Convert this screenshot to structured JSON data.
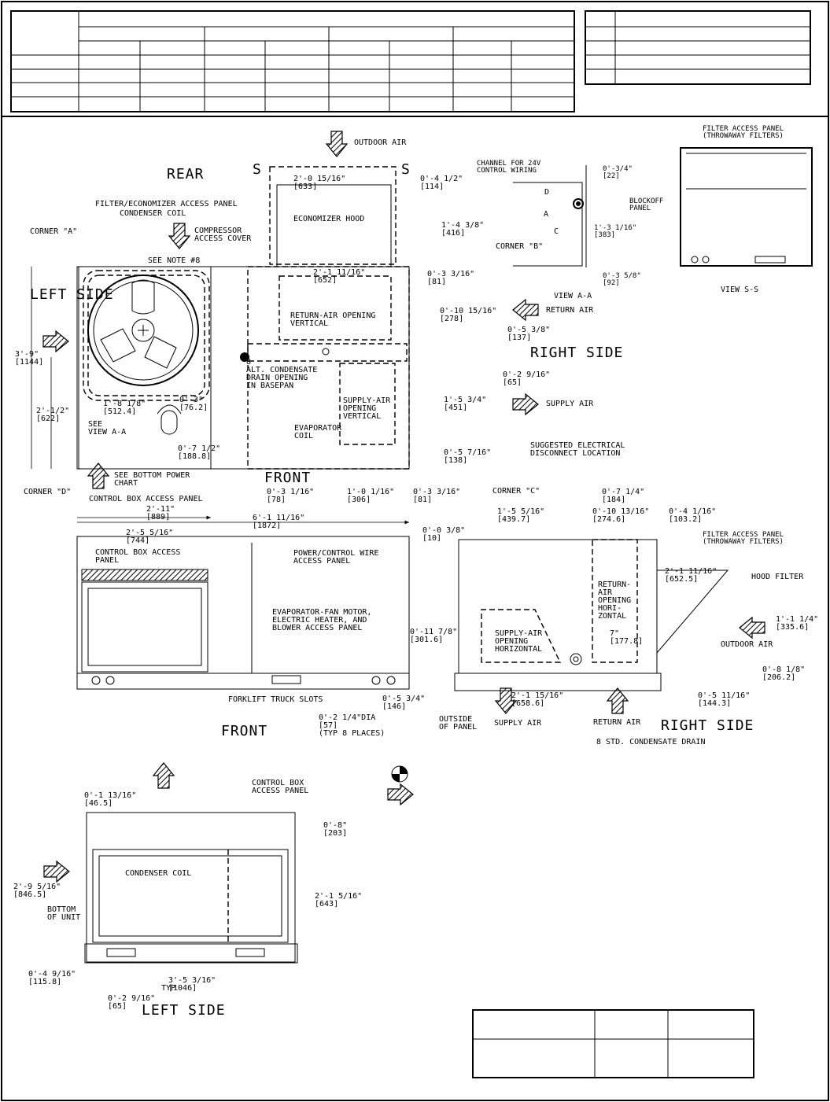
{
  "views": {
    "top": "REAR",
    "left_side": "LEFT SIDE",
    "right_side": "RIGHT SIDE",
    "front_label": "FRONT",
    "view_aa": "VIEW A-A",
    "view_ss": "VIEW S-S",
    "front_elev": "FRONT",
    "right_elev": "RIGHT SIDE",
    "left_elev": "LEFT SIDE"
  },
  "section_marks": {
    "s1": "S",
    "s2": "S"
  },
  "labels": {
    "outdoor_air_top": "OUTDOOR AIR",
    "filter_econ_panel": "FILTER/ECONOMIZER ACCESS PANEL",
    "condenser_coil_top": "CONDENSER COIL",
    "corner_a": "CORNER \"A\"",
    "compressor_cover": "COMPRESSOR\nACCESS COVER",
    "see_note": "SEE NOTE #8",
    "economizer_hood": "ECONOMIZER HOOD",
    "return_air_opening": "RETURN-AIR OPENING\nVERTICAL",
    "supply_air_opening": "SUPPLY-AIR\nOPENING\nVERTICAL",
    "alt_condensate": "8\nALT. CONDENSATE\nDRAIN OPENING\nIN BASEPAN",
    "evaporator_coil": "EVAPORATOR\nCOIL",
    "see_view_aa": "SEE\nVIEW A-A",
    "see_bottom_power": "SEE BOTTOM POWER\nCHART",
    "control_box_panel_top": "CONTROL BOX ACCESS PANEL",
    "corner_b": "CORNER \"B\"",
    "corner_c": "CORNER \"C\"",
    "corner_d": "CORNER \"D\"",
    "return_air_arrow": "RETURN AIR",
    "supply_air_arrow": "SUPPLY AIR",
    "channel_24v": "CHANNEL FOR 24V\nCONTROL WIRING",
    "blockoff_panel": "BLOCKOFF\nPANEL",
    "filter_access_panel_ss": "FILTER ACCESS PANEL\n(THROWAWAY FILTERS)",
    "suggested_disconnect": "SUGGESTED ELECTRICAL\nDISCONNECT LOCATION",
    "control_box_panel_front": "CONTROL BOX ACCESS\nPANEL",
    "power_control_panel": "POWER/CONTROL WIRE\nACCESS PANEL",
    "evap_fan_panel": "EVAPORATOR-FAN MOTOR,\nELECTRIC HEATER, AND\nBLOWER ACCESS PANEL",
    "forklift_slots": "FORKLIFT TRUCK SLOTS",
    "dia_holes": "0'-2 1/4\"DIA\n[57]\n(TYP 8 PLACES)",
    "filter_access_panel_rs": "FILTER ACCESS PANEL\n(THROWAWAY FILTERS)",
    "hood_filter": "HOOD FILTER",
    "outdoor_air_rs": "OUTDOOR AIR",
    "return_air_opening_h": "RETURN-\nAIR\nOPENING\nHORI-\nZONTAL",
    "supply_air_opening_h": "SUPPLY-AIR\nOPENING\nHORIZONTAL",
    "outside_of_panel": "OUTSIDE\nOF PANEL",
    "supply_air_rs": "SUPPLY AIR",
    "return_air_rs": "RETURN AIR",
    "std_condensate": "8 STD. CONDENSATE DRAIN",
    "control_box_panel_ls": "CONTROL BOX\nACCESS PANEL",
    "condenser_coil_ls": "CONDENSER COIL",
    "bottom_of_unit": "BOTTOM\nOF UNIT",
    "typ": "TYP",
    "view_aa_letters": {
      "d": "D",
      "a": "A",
      "c": "C"
    }
  },
  "dimensions": {
    "d_2_0_15_16": "2'-0 15/16\"\n[633]",
    "d_0_4_1_2": "0'-4 1/2\"\n[114]",
    "d_1_4_3_8": "1'-4 3/8\"\n[416]",
    "d_2_1_11_16_top": "2'-1 11/16\"\n[652]",
    "d_0_3_3_16_a": "0'-3 3/16\"\n[81]",
    "d_0_10_15_16": "0'-10 15/16\"\n[278]",
    "d_0_5_3_8": "0'-5 3/8\"\n[137]",
    "d_0_2_9_16_rs": "0'-2 9/16\"\n[65]",
    "d_1_5_3_4": "1'-5 3/4\"\n[451]",
    "d_0_5_7_16": "0'-5 7/16\"\n[138]",
    "d_3_9": "3'-9\"\n[1144]",
    "d_2_1_2": "2'-1/2\"\n[622]",
    "d_1_8_1_8": "1'-8 1/8\"\n[512.4]",
    "d_0_3": "0'-3\"\n[76.2]",
    "d_0_7_1_2": "0'-7 1/2\"\n[188.8]",
    "d_0_3_1_16": "0'-3 1/16\"\n[78]",
    "d_1_0_1_16": "1'-0 1/16\"\n[306]",
    "d_0_3_3_16_b": "0'-3 3/16\"\n[81]",
    "d_2_11": "2'-11\"\n[889]",
    "d_6_1_11_16": "6'-1 11/16\"\n[1872]",
    "d_0_3_4": "0'-3/4\"\n[22]",
    "d_1_3_1_16": "1'-3 1/16\"\n[383]",
    "d_0_3_5_8": "0'-3 5/8\"\n[92]",
    "d_2_5_5_16": "2'-5 5/16\"\n[744]",
    "d_0_0_3_8": "0'-0 3/8\"\n[10]",
    "d_0_5_3_4": "0'-5 3/4\"\n[146]",
    "d_1_5_5_16": "1'-5 5/16\"\n[439.7]",
    "d_0_7_1_4": "0'-7 1/4\"\n[184]",
    "d_0_10_13_16": "0'-10 13/16\"\n[274.6]",
    "d_0_4_1_16": "0'-4 1/16\"\n[103.2]",
    "d_2_1_11_16_rs": "2'-1 11/16\"\n[652.5]",
    "d_1_1_1_4": "1'-1 1/4\"\n[335.6]",
    "d_0_11_7_8": "0'-11 7/8\"\n[301.6]",
    "d_7": "7\"\n[177.8]",
    "d_0_8_1_8": "0'-8 1/8\"\n[206.2]",
    "d_2_1_15_16": "2'-1 15/16\"\n[658.6]",
    "d_0_5_11_16": "0'-5 11/16\"\n[144.3]",
    "d_0_1_13_16": "0'-1 13/16\"\n[46.5]",
    "d_0_8": "0'-8\"\n[203]",
    "d_2_9_5_16": "2'-9 5/16\"\n[846.5]",
    "d_2_1_5_16": "2'-1 5/16\"\n[643]",
    "d_0_4_9_16": "0'-4 9/16\"\n[115.8]",
    "d_3_5_3_16": "3'-5 3/16\"\n[1046]",
    "d_0_2_9_16_ls": "0'-2 9/16\"\n[65]"
  }
}
